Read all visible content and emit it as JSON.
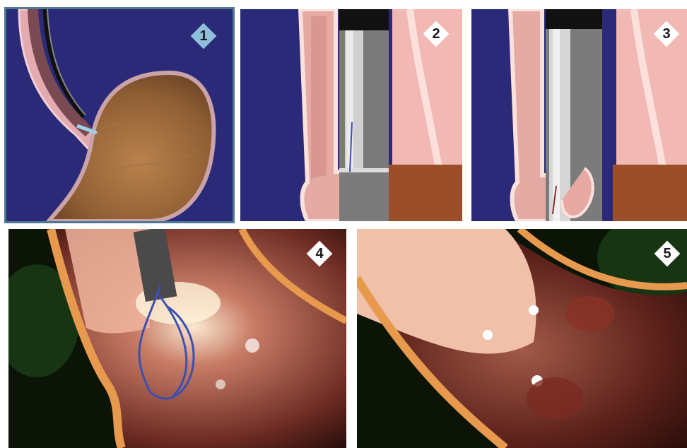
{
  "panels": [
    {
      "step": "1"
    },
    {
      "step": "2"
    },
    {
      "step": "3"
    },
    {
      "step": "4"
    },
    {
      "step": "5"
    }
  ],
  "colors": {
    "background_blue": "#2b2a78",
    "tissue_pink": "#e9a9a6",
    "stomach_brown": "#9b6a3c",
    "badge_active": "#8fbfdc",
    "badge_default": "#ffffff",
    "panel1_border": "#4f7894",
    "suture_blue": "#3d4fb0"
  },
  "icons": [
    "step-badge-diamond"
  ]
}
